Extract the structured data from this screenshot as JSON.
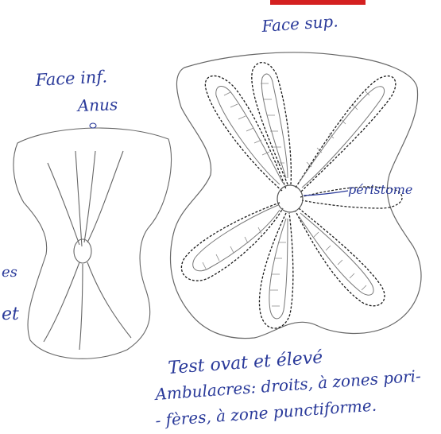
{
  "labels": {
    "face_sup": "Face sup.",
    "face_inf": "Face inf.",
    "anus": "Anus",
    "peristome": "péristome",
    "left_fragment_1": "es",
    "left_fragment_2": "et",
    "caption_line1": "Test ovat et élevé",
    "caption_line2": "Ambulacres: droits, à zones pori-",
    "caption_line3": "- fères, à zone punctiforme."
  },
  "colors": {
    "ink_blue": "#2a3a9a",
    "pencil": "#555555",
    "dashed_ink": "#1a1a1a",
    "red_bar": "#d42020"
  }
}
